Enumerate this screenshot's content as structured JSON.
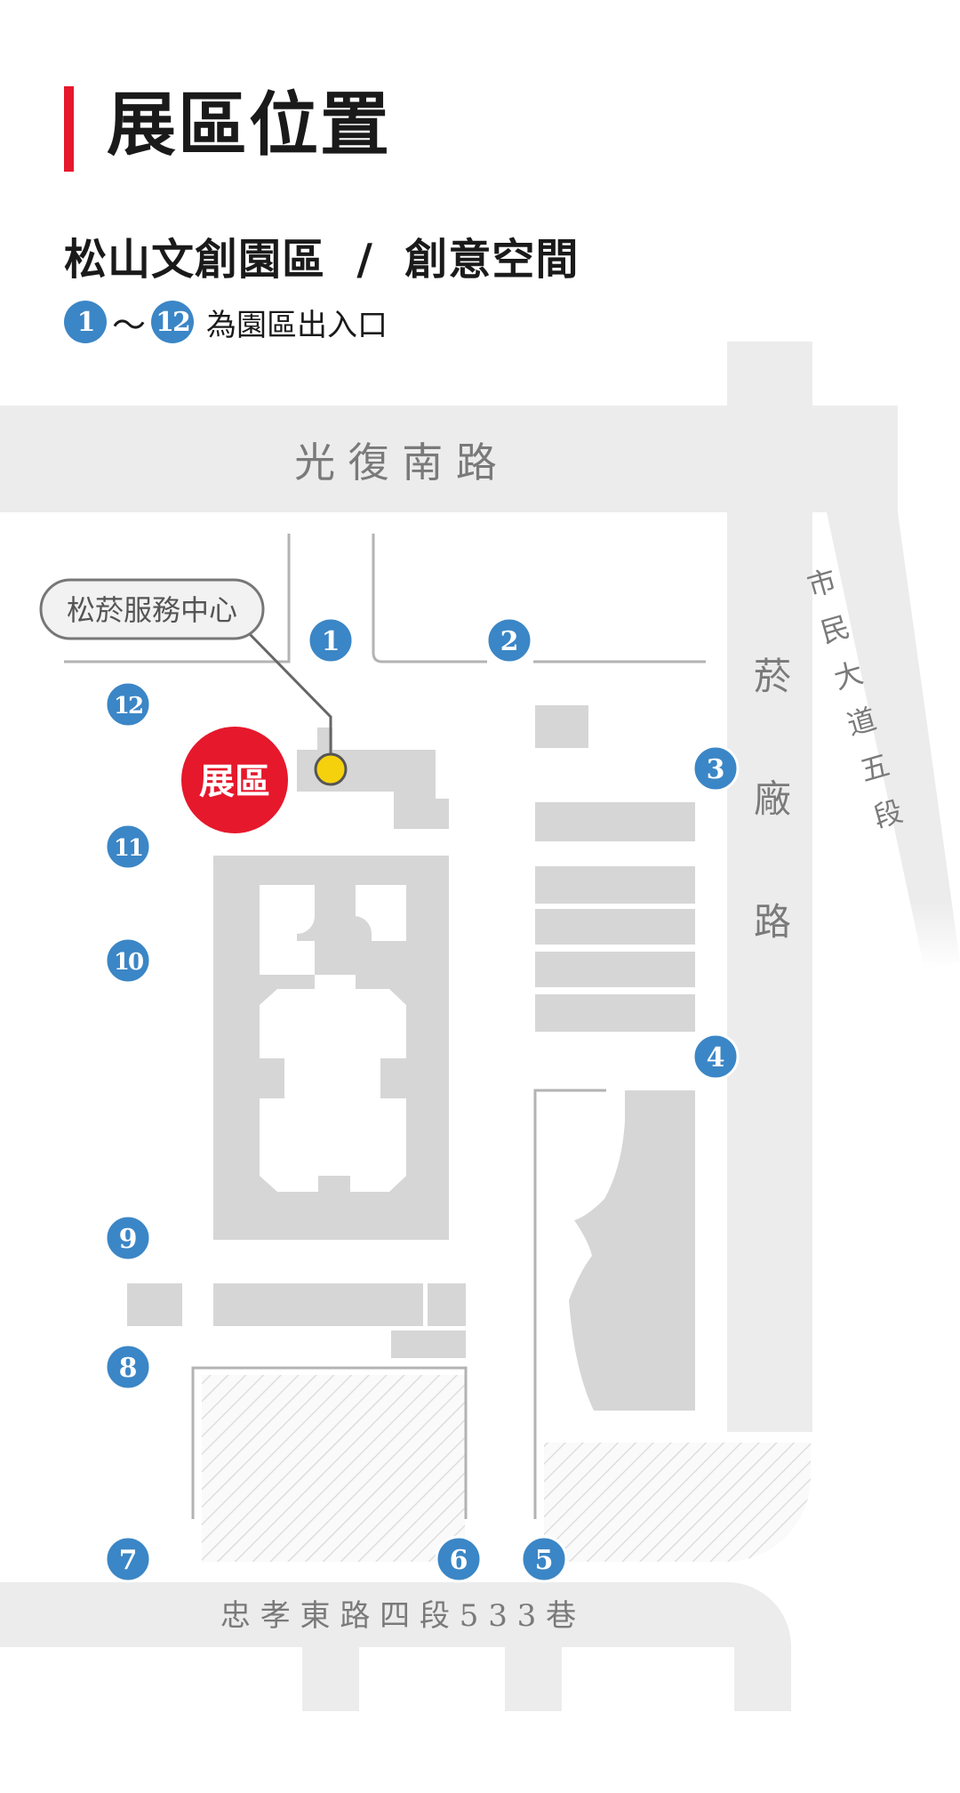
{
  "header": {
    "title": "展區位置",
    "subtitle": "松山文創園區  /  創意空間",
    "legend": {
      "first_badge": "1",
      "tilde": "～",
      "last_badge": "12",
      "text": "為園區出入口"
    }
  },
  "map": {
    "roads": {
      "north": "光 復 南 路",
      "east": "菸廠路",
      "northeast": "市民大道五段",
      "south": "忠 孝 東 路 四 段 5 3 3 巷"
    },
    "service_center": "松菸服務中心",
    "exhibit_marker": "展區",
    "entrances": [
      "1",
      "2",
      "3",
      "4",
      "5",
      "6",
      "7",
      "8",
      "9",
      "10",
      "11",
      "12"
    ]
  },
  "colors": {
    "accent_red": "#e6182c",
    "entrance_blue": "#3b86c6",
    "road_gray": "#ececec",
    "building_gray": "#d6d6d6",
    "pin_yellow": "#f5d10d"
  }
}
